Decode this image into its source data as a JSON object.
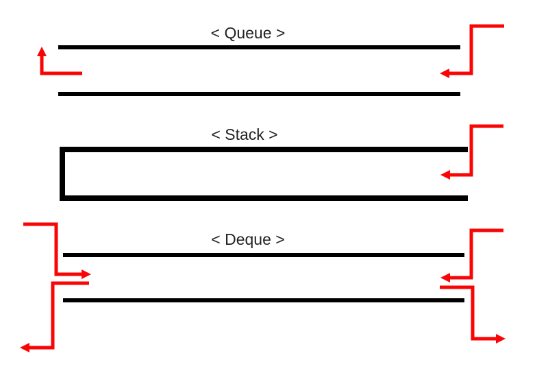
{
  "diagram": {
    "background": "#ffffff",
    "colors": {
      "structure": "#000000",
      "arrow": "#fa0505",
      "text": "#222222"
    },
    "sections": [
      {
        "id": "queue",
        "label": "< Queue >"
      },
      {
        "id": "stack",
        "label": "< Stack >"
      },
      {
        "id": "deque",
        "label": "< Deque >"
      }
    ]
  }
}
